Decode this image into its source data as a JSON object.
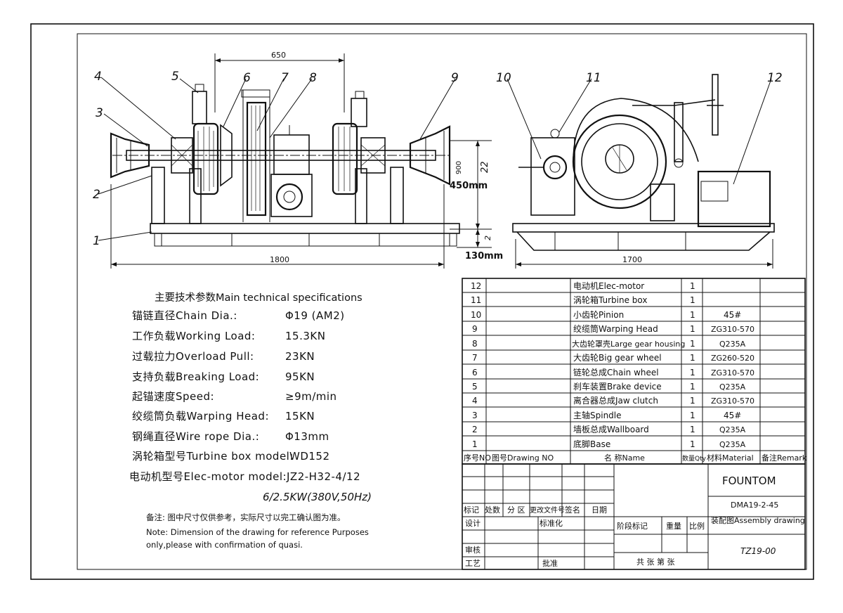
{
  "callouts": [
    "1",
    "2",
    "3",
    "4",
    "5",
    "6",
    "7",
    "8",
    "9",
    "10",
    "11",
    "12"
  ],
  "dimensions": {
    "top_width": "650",
    "front_length": "1800",
    "side_length": "1700",
    "height_total": "900",
    "height_upper": "22",
    "height_lower": "2",
    "annot_upper": "450mm",
    "annot_lower": "130mm"
  },
  "specs": {
    "title": "主要技术参数Main technical specifications",
    "rows": [
      {
        "label": "锚链直径Chain Dia.:",
        "value": "Φ19 (AM2)"
      },
      {
        "label": "工作负载Working Load:",
        "value": "15.3KN"
      },
      {
        "label": "过载拉力Overload Pull:",
        "value": "23KN"
      },
      {
        "label": "支持负载Breaking Load:",
        "value": "95KN"
      },
      {
        "label": "起锚速度Speed:",
        "value": "≥9m/min"
      },
      {
        "label": "绞缆筒负载Warping Head:",
        "value": "15KN"
      },
      {
        "label": "钢绳直径Wire rope Dia.:",
        "value": "Φ13mm"
      },
      {
        "label": "涡轮箱型号Turbine box model:",
        "value": "WD152"
      },
      {
        "label": "电动机型号Elec-motor model:",
        "value": "JZ2-H32-4/12"
      }
    ],
    "motor_power": "6/2.5KW(380V,50Hz)",
    "note_cn": "备注: 图中尺寸仅供参考，实际尺寸以完工确认图为准。",
    "note_en_1": "Note: Dimension of the drawing for reference Purposes",
    "note_en_2": "only,please with confirmation of quasi."
  },
  "parts_list": {
    "rows": [
      {
        "no": "12",
        "drawing": "",
        "name": "电动机Elec-motor",
        "qty": "1",
        "material": "",
        "remark": ""
      },
      {
        "no": "11",
        "drawing": "",
        "name": "涡轮箱Turbine box",
        "qty": "1",
        "material": "",
        "remark": ""
      },
      {
        "no": "10",
        "drawing": "",
        "name": "小齿轮Pinion",
        "qty": "1",
        "material": "45#",
        "remark": ""
      },
      {
        "no": "9",
        "drawing": "",
        "name": "绞缆筒Warping Head",
        "qty": "1",
        "material": "ZG310-570",
        "remark": ""
      },
      {
        "no": "8",
        "drawing": "",
        "name": "大齿轮罩壳Large gear housing",
        "qty": "1",
        "material": "Q235A",
        "remark": ""
      },
      {
        "no": "7",
        "drawing": "",
        "name": "大齿轮Big gear wheel",
        "qty": "1",
        "material": "ZG260-520",
        "remark": ""
      },
      {
        "no": "6",
        "drawing": "",
        "name": "链轮总成Chain wheel",
        "qty": "1",
        "material": "ZG310-570",
        "remark": ""
      },
      {
        "no": "5",
        "drawing": "",
        "name": "刹车装置Brake device",
        "qty": "1",
        "material": "Q235A",
        "remark": ""
      },
      {
        "no": "4",
        "drawing": "",
        "name": "离合器总成Jaw clutch",
        "qty": "1",
        "material": "ZG310-570",
        "remark": ""
      },
      {
        "no": "3",
        "drawing": "",
        "name": "主轴Spindle",
        "qty": "1",
        "material": "45#",
        "remark": ""
      },
      {
        "no": "2",
        "drawing": "",
        "name": "墙板总成Wallboard",
        "qty": "1",
        "material": "Q235A",
        "remark": ""
      },
      {
        "no": "1",
        "drawing": "",
        "name": "底脚Base",
        "qty": "1",
        "material": "Q235A",
        "remark": ""
      }
    ],
    "header": {
      "no": "序号NO",
      "drawing": "图号Drawing NO",
      "name": "名 称Name",
      "qty": "数量Qty",
      "material": "材料Material",
      "remark": "备注Remark"
    }
  },
  "title_block": {
    "company": "FOUNTOM",
    "drawing_code": "DMA19-2-45",
    "drawing_title": "装配图Assembly drawing",
    "drawing_number": "TZ19-00",
    "rev_labels": [
      "标记",
      "处数",
      "分 区",
      "更改文件号",
      "签名",
      "日期"
    ],
    "design": "设计",
    "standardize": "标准化",
    "stage_mark": "阶段标记",
    "weight": "重量",
    "scale": "比例",
    "review": "审核",
    "process": "工艺",
    "approve": "批准",
    "sheets": "共  张  第  张"
  }
}
